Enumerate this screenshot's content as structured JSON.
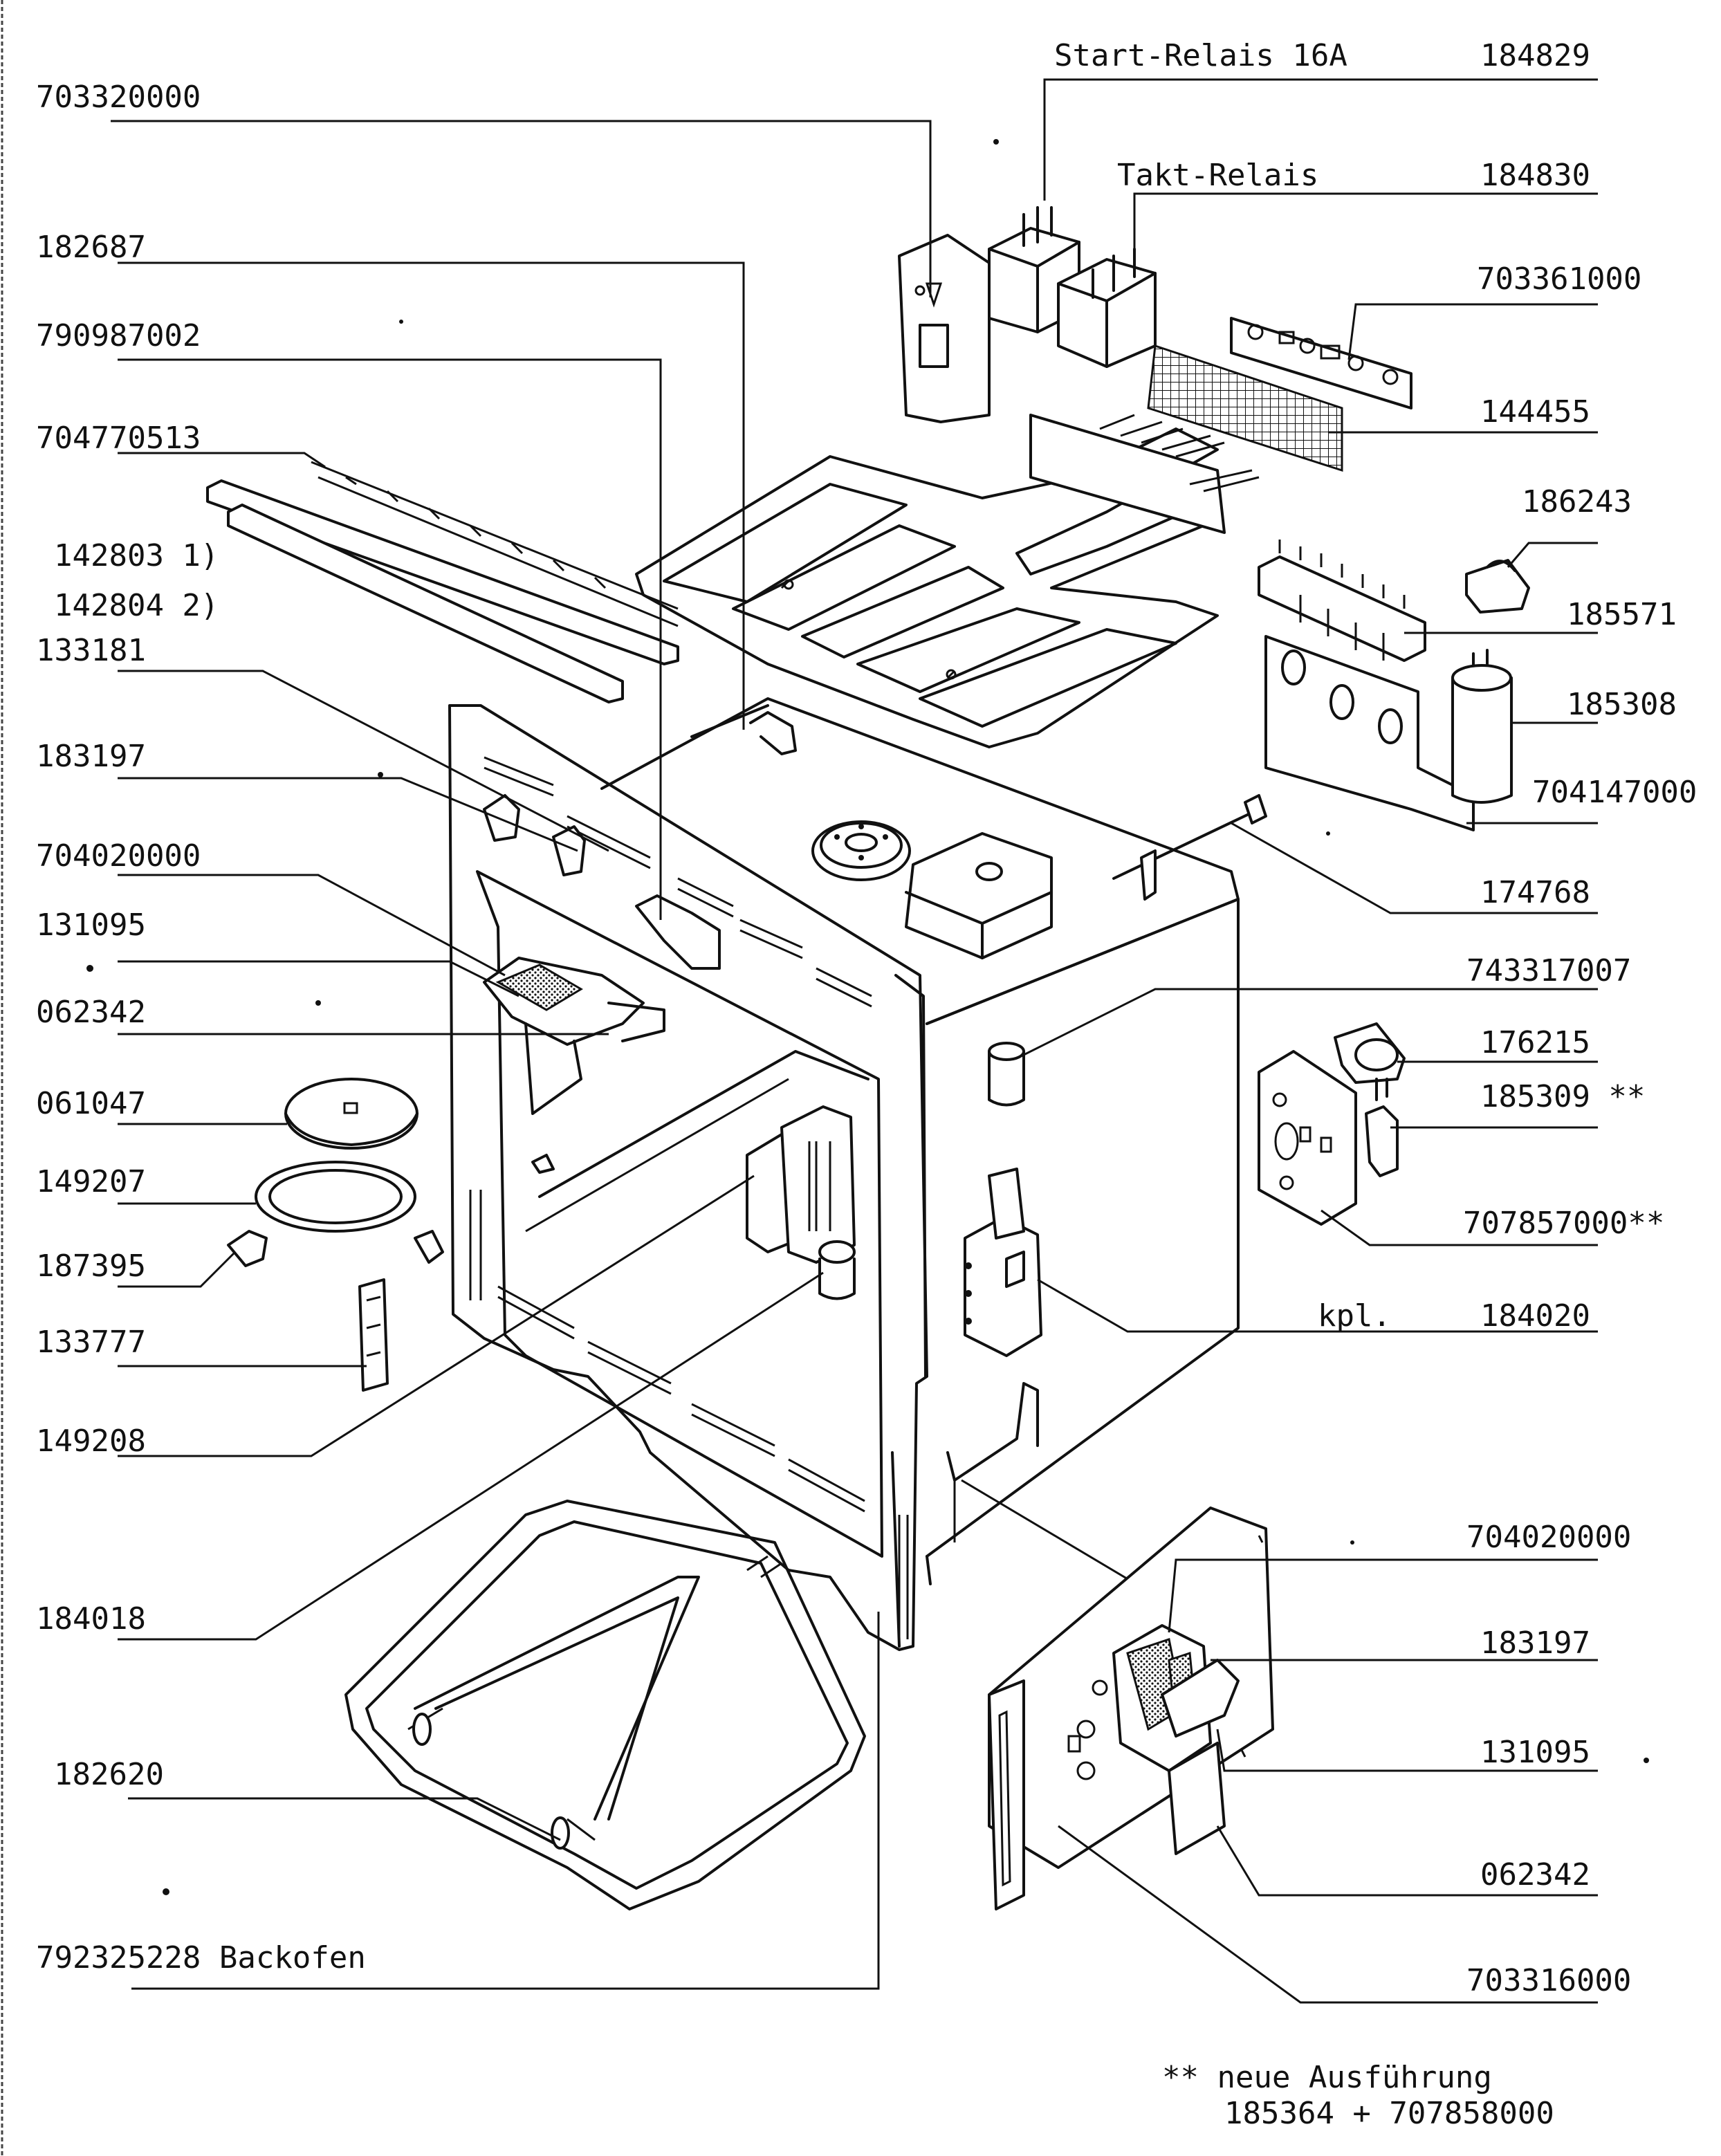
{
  "labels": {
    "start_relais": "Start-Relais 16A",
    "p184829": "184829",
    "p703320000": "703320000",
    "takt_relais": "Takt-Relais",
    "p184830": "184830",
    "p182687": "182687",
    "p703361000": "703361000",
    "p790987002": "790987002",
    "p144455": "144455",
    "p704770513": "704770513",
    "p186243": "186243",
    "p142803": "142803 1)",
    "p142804": "142804 2)",
    "p185571": "185571",
    "p133181": "133181",
    "p185308": "185308",
    "p183197_a": "183197",
    "p704147000": "704147000",
    "p704020000_a": "704020000",
    "p174768": "174768",
    "p131095_a": "131095",
    "p743317007": "743317007",
    "p062342_a": "062342",
    "p176215": "176215",
    "p061047": "061047",
    "p185309": "185309 **",
    "p149207": "149207",
    "p707857000": "707857000**",
    "p187395": "187395",
    "kpl": "kpl.",
    "p184020": "184020",
    "p133777": "133777",
    "p149208": "149208",
    "p704020000_b": "704020000",
    "p184018": "184018",
    "p183197_b": "183197",
    "p131095_b": "131095",
    "p182620": "182620",
    "p062342_b": "062342",
    "backofen": "792325228 Backofen",
    "p703316000": "703316000"
  },
  "footnote": {
    "line1": "** neue Ausführung",
    "line2": "185364 + 707858000"
  }
}
